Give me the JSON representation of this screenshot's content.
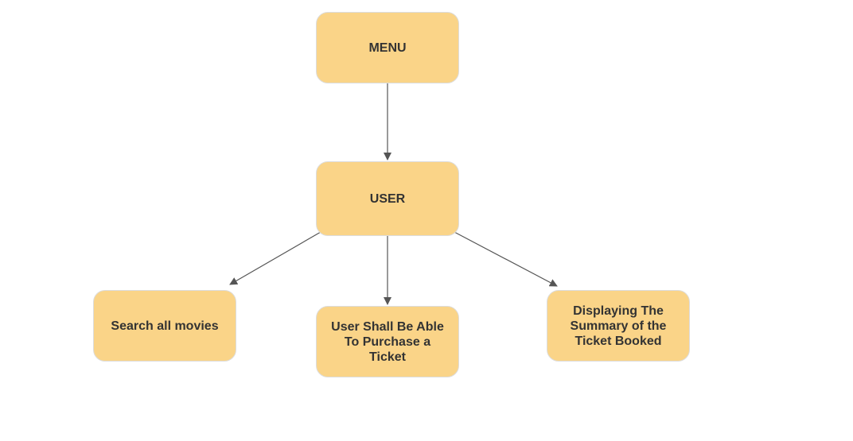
{
  "diagram": {
    "nodes": [
      {
        "id": "menu",
        "label": "MENU"
      },
      {
        "id": "user",
        "label": "USER"
      },
      {
        "id": "search",
        "label": "Search all movies"
      },
      {
        "id": "purchase",
        "label": "User Shall Be Able\nTo Purchase a\nTicket"
      },
      {
        "id": "summary",
        "label": "Displaying The\nSummary of the\nTicket Booked"
      }
    ],
    "edges": [
      {
        "from": "menu",
        "to": "user"
      },
      {
        "from": "user",
        "to": "search"
      },
      {
        "from": "user",
        "to": "purchase"
      },
      {
        "from": "user",
        "to": "summary"
      }
    ],
    "colors": {
      "node_fill": "#fad488",
      "node_border": "#dcdcdc",
      "text": "#333333",
      "edge": "#555555"
    }
  }
}
